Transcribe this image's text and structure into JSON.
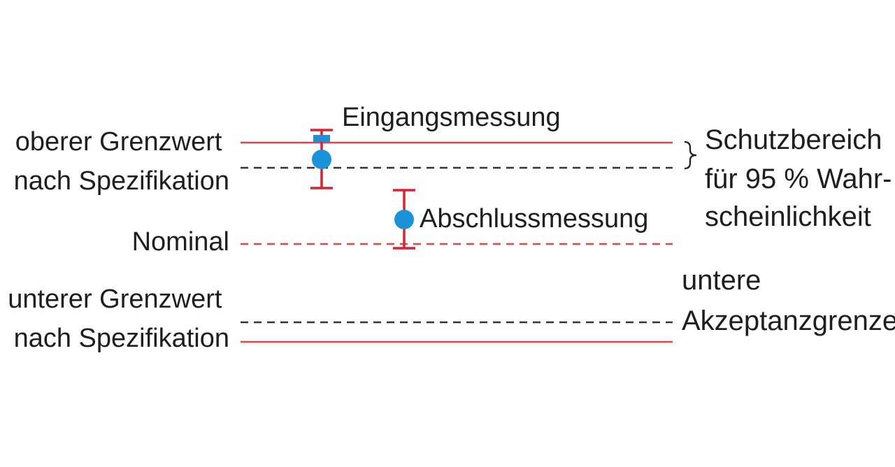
{
  "colors": {
    "limit_line": "#e8414b",
    "acceptance_line": "#333333",
    "nominal_line": "#e8414b",
    "error_bar": "#e0202f",
    "marker": "#1a94d8",
    "text": "#1e1e1e"
  },
  "labels": {
    "upper_limit": [
      "oberer Grenzwert",
      "nach Spezifikation"
    ],
    "nominal": "Nominal",
    "lower_limit": [
      "unterer Grenzwert",
      "nach Spezifikation"
    ],
    "protection_zone": [
      "Schutzbereich",
      "für 95 % Wahr-",
      "scheinlichkeit"
    ],
    "lower_acceptance": [
      "untere",
      "Akzeptanzgrenze"
    ],
    "incoming": "Eingangsmessung",
    "final": "Abschlussmessung"
  },
  "icons": {
    "brace": "right-curly-brace-icon"
  }
}
